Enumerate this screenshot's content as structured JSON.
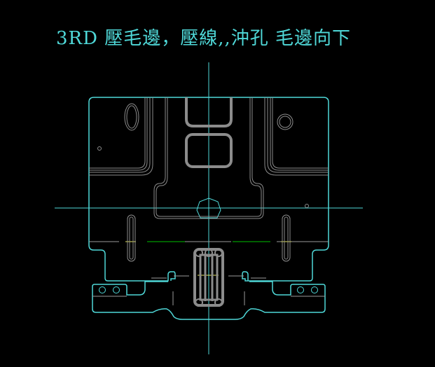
{
  "drawing": {
    "title": "3RD 壓毛邊，壓線,,沖孔 毛邊向下",
    "colors": {
      "background": "#000000",
      "outline": "#4fd8d8",
      "centerline": "#4fd8d8",
      "detail": "#8c8c8c",
      "hidden_line": "#9a9a9a",
      "green_line": "#00c000",
      "yellow_mark": "#e8e860",
      "title": "#4fd8d8"
    },
    "layers": [
      "outline",
      "centerlines",
      "detail",
      "hidden",
      "annotation"
    ],
    "features": {
      "slots": 2,
      "bottom_holes": 4,
      "hexagon_pilot": 1,
      "circle_pilot": 1,
      "oval_hole": 1
    }
  }
}
